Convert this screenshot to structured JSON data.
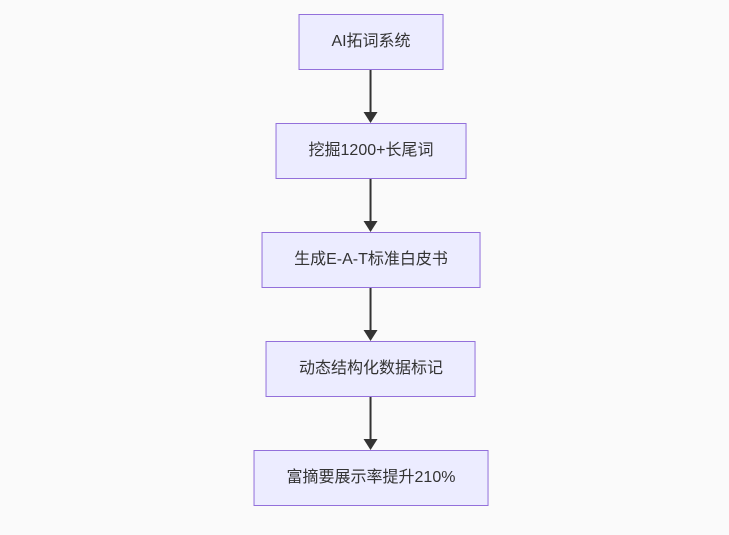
{
  "flowchart": {
    "type": "flowchart-top-down",
    "nodes": [
      {
        "id": "A",
        "label": "AI拓词系统"
      },
      {
        "id": "B",
        "label": "挖掘1200+长尾词"
      },
      {
        "id": "C",
        "label": "生成E-A-T标准白皮书"
      },
      {
        "id": "D",
        "label": "动态结构化数据标记"
      },
      {
        "id": "E",
        "label": "富摘要展示率提升210%"
      }
    ],
    "edges": [
      {
        "from": "A",
        "to": "B"
      },
      {
        "from": "B",
        "to": "C"
      },
      {
        "from": "C",
        "to": "D"
      },
      {
        "from": "D",
        "to": "E"
      }
    ]
  },
  "theme": {
    "background": "#fafafa",
    "node_fill": "#ECECFF",
    "node_border": "#9370DB",
    "text": "#333333",
    "arrow": "#333333"
  }
}
